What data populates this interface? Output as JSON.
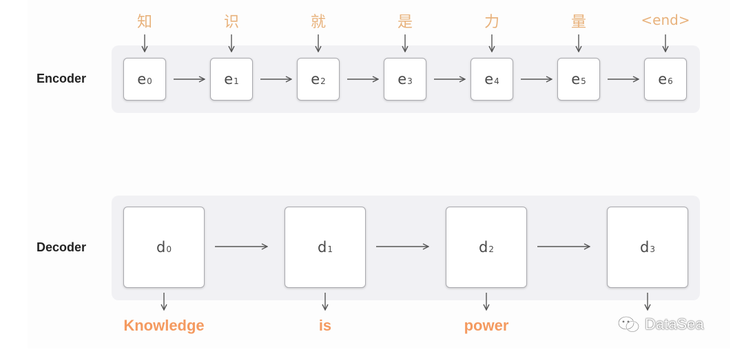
{
  "encoder": {
    "label": "Encoder",
    "nodes": [
      {
        "base": "e",
        "sub": "0"
      },
      {
        "base": "e",
        "sub": "1"
      },
      {
        "base": "e",
        "sub": "2"
      },
      {
        "base": "e",
        "sub": "3"
      },
      {
        "base": "e",
        "sub": "4"
      },
      {
        "base": "e",
        "sub": "5"
      },
      {
        "base": "e",
        "sub": "6"
      }
    ],
    "inputs": [
      "知",
      "识",
      "就",
      "是",
      "力",
      "量",
      "<end>"
    ]
  },
  "decoder": {
    "label": "Decoder",
    "nodes": [
      {
        "base": "d",
        "sub": "0"
      },
      {
        "base": "d",
        "sub": "1"
      },
      {
        "base": "d",
        "sub": "2"
      },
      {
        "base": "d",
        "sub": "3"
      }
    ],
    "outputs": [
      "Knowledge",
      "is",
      "power",
      ""
    ]
  },
  "watermark": {
    "text": "DataSea",
    "icon": "wechat-icon"
  },
  "colors": {
    "input_token": "#e8b27c",
    "output_token": "#f49a60",
    "band": "#f1f1f4",
    "arrow": "#555555"
  }
}
